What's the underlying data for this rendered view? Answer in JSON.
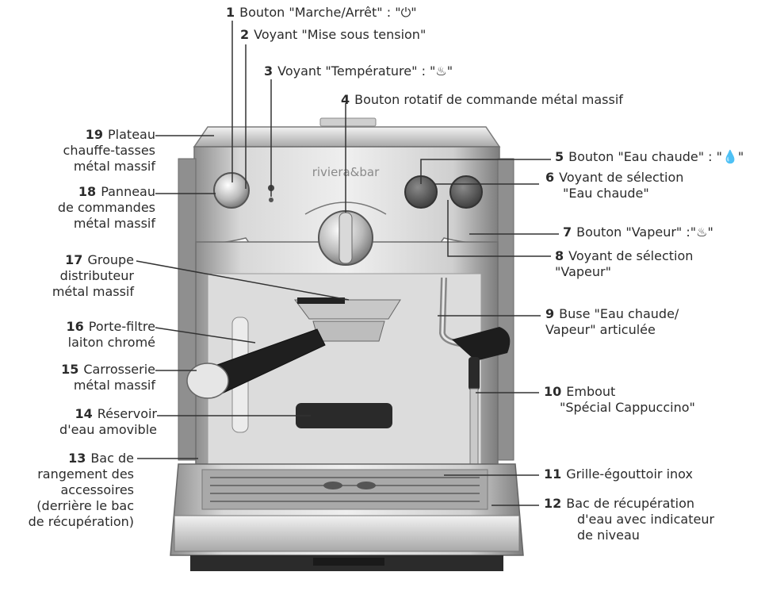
{
  "brand": "riviera&bar",
  "callouts": [
    {
      "num": "1",
      "text": "Bouton \"Marche/Arrêt\" : \"⏻\""
    },
    {
      "num": "2",
      "text": "Voyant \"Mise sous tension\""
    },
    {
      "num": "3",
      "text": "Voyant \"Température\" : \"♨\""
    },
    {
      "num": "4",
      "text": "Bouton rotatif de commande métal massif"
    },
    {
      "num": "5",
      "text": "Bouton \"Eau chaude\" : \"💧\""
    },
    {
      "num": "6",
      "text": "Voyant de sélection",
      "text2": "\"Eau chaude\""
    },
    {
      "num": "7",
      "text": "Bouton \"Vapeur\" :\"♨\""
    },
    {
      "num": "8",
      "text": "Voyant de sélection",
      "text2": "\"Vapeur\""
    },
    {
      "num": "9",
      "text": "Buse \"Eau chaude/",
      "text2": "Vapeur\" articulée"
    },
    {
      "num": "10",
      "text": "Embout",
      "text2": "\"Spécial Cappuccino\""
    },
    {
      "num": "11",
      "text": "Grille-égouttoir inox"
    },
    {
      "num": "12",
      "text": "Bac de récupération",
      "text2": "d'eau avec indicateur",
      "text3": "de niveau"
    },
    {
      "num": "13",
      "text": "Bac de",
      "text2": "rangement des",
      "text3": "accessoires",
      "text4": "(derrière le bac",
      "text5": "de récupération)"
    },
    {
      "num": "14",
      "text": "Réservoir",
      "text2": "d'eau amovible"
    },
    {
      "num": "15",
      "text": "Carrosserie",
      "text2": "métal massif"
    },
    {
      "num": "16",
      "text": "Porte-filtre",
      "text2": "laiton chromé"
    },
    {
      "num": "17",
      "text": "Groupe",
      "text2": "distributeur",
      "text3": "métal massif"
    },
    {
      "num": "18",
      "text": "Panneau",
      "text2": "de commandes",
      "text3": "métal massif"
    },
    {
      "num": "19",
      "text": "Plateau",
      "text2": "chauffe-tasses",
      "text3": "métal massif"
    }
  ]
}
